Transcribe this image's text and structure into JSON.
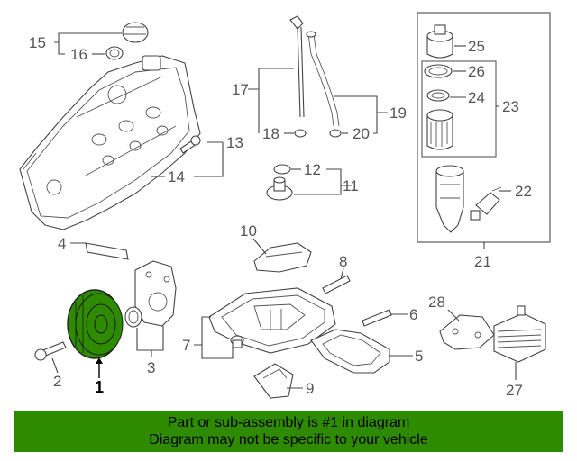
{
  "callouts": {
    "c1": "1",
    "c2": "2",
    "c3": "3",
    "c4": "4",
    "c5": "5",
    "c6": "6",
    "c7": "7",
    "c8": "8",
    "c9": "9",
    "c10": "10",
    "c11": "11",
    "c12": "12",
    "c13": "13",
    "c14": "14",
    "c15": "15",
    "c16": "16",
    "c17": "17",
    "c18": "18",
    "c19": "19",
    "c20": "20",
    "c21": "21",
    "c22": "22",
    "c23": "23",
    "c24": "24",
    "c25": "25",
    "c26": "26",
    "c27": "27",
    "c28": "28"
  },
  "highlight": {
    "part_number": "1",
    "color": "#2e8b00"
  },
  "banner": {
    "line1": "Part or sub-assembly is #1 in diagram",
    "line2": "Diagram may not be specific to your vehicle",
    "background": "#2e8b00"
  }
}
